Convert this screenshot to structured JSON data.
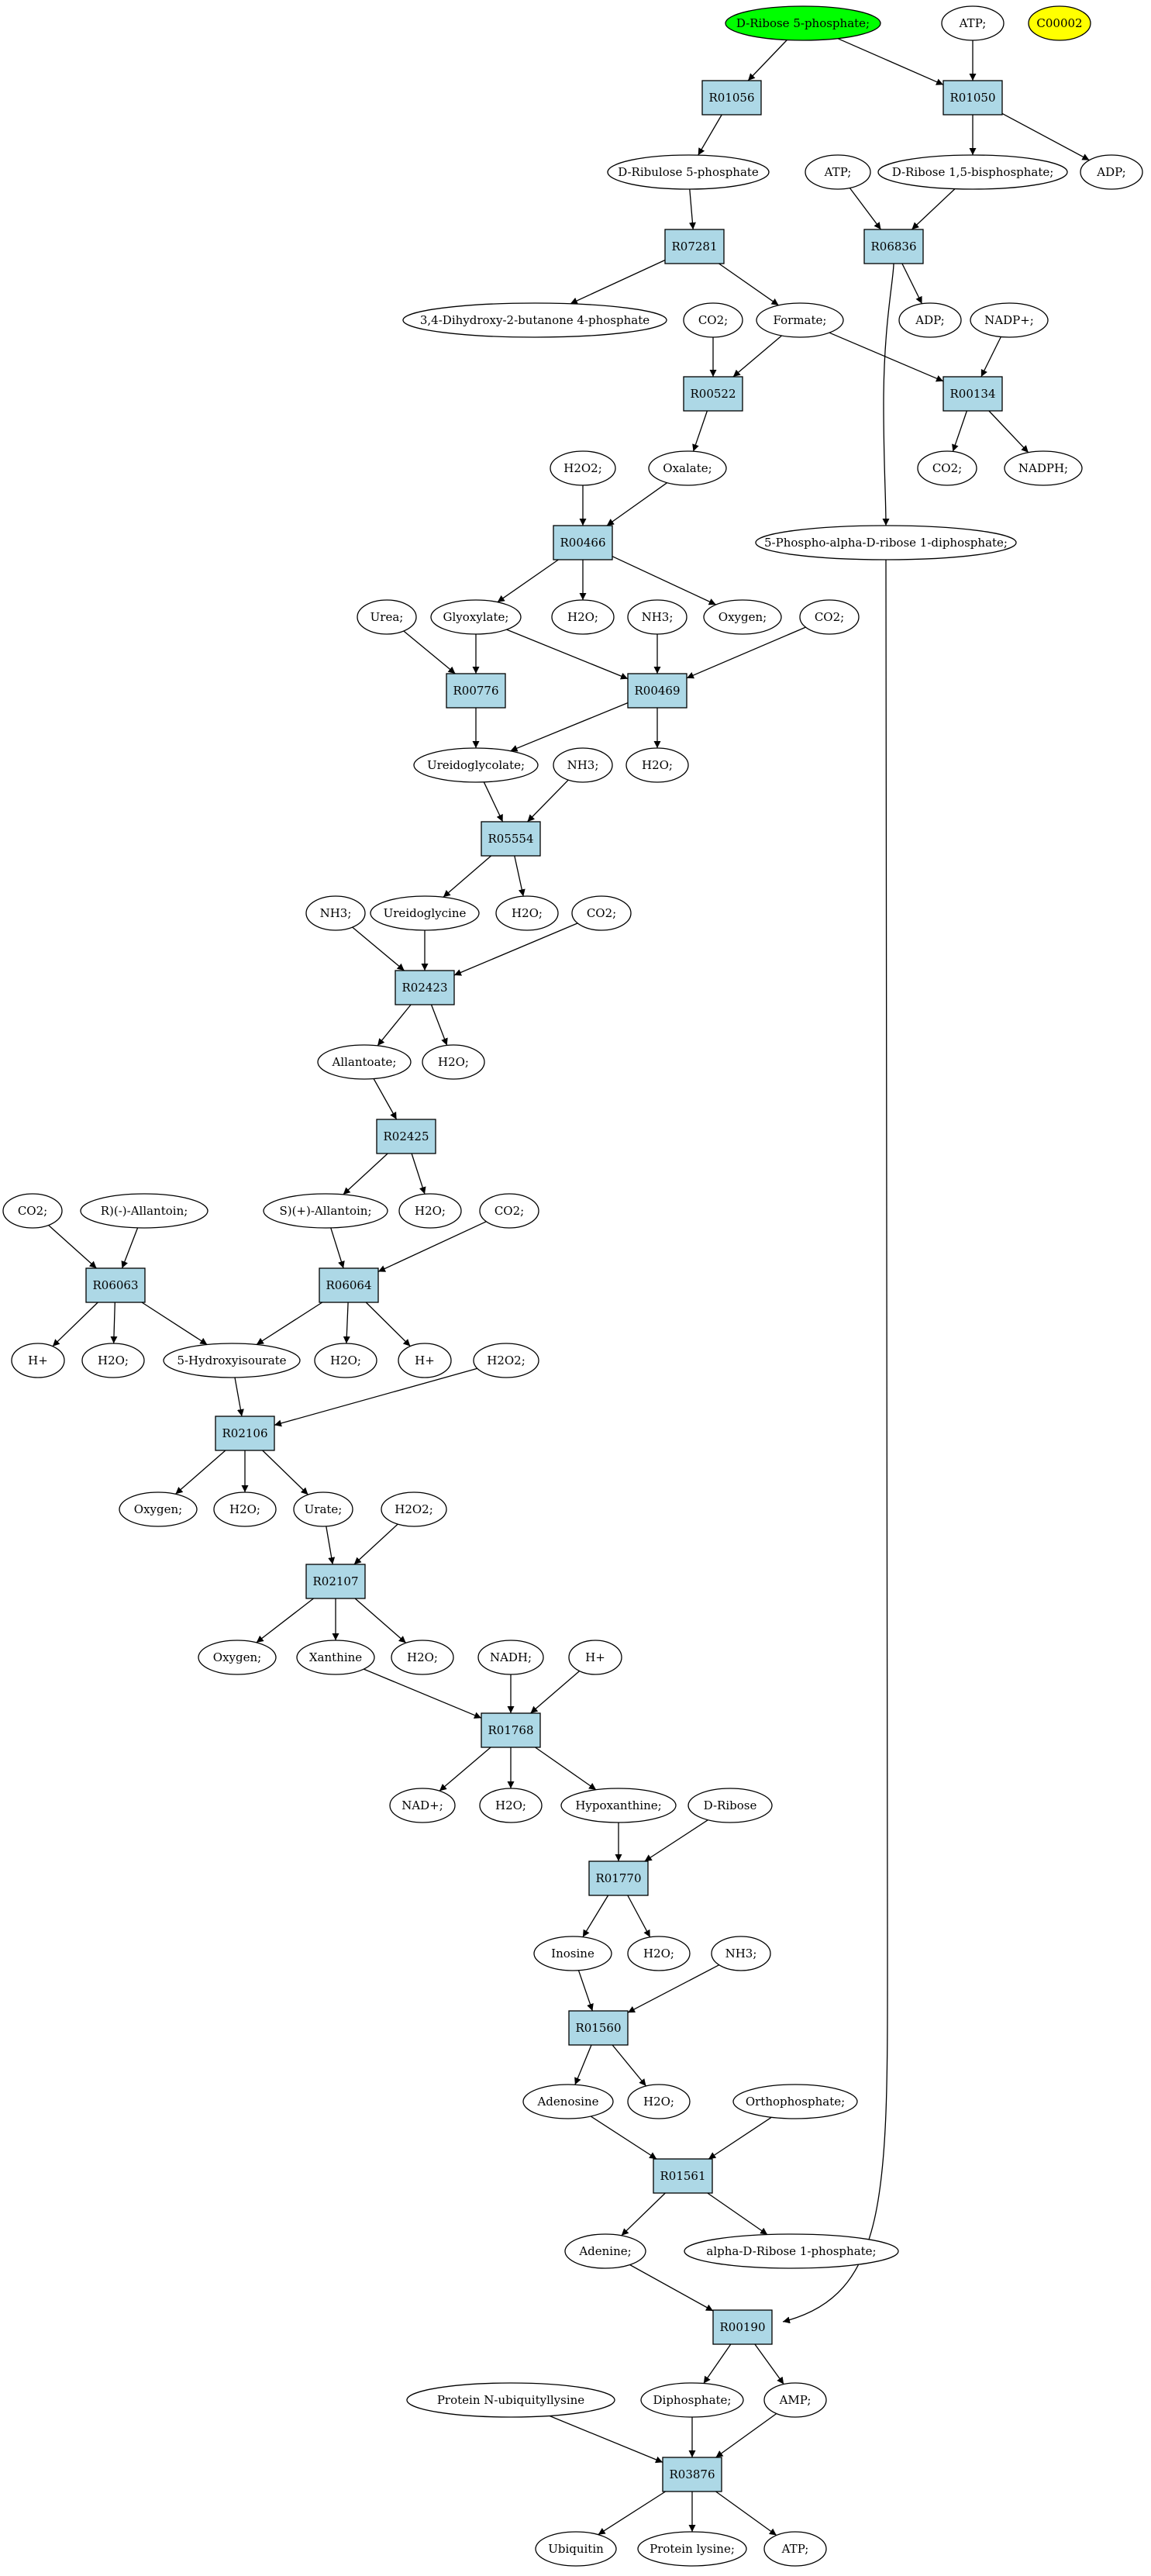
{
  "colors": {
    "reaction_fill": "#add8e6",
    "compound_fill": "#ffffff",
    "start_fill": "#00ff00",
    "special_fill": "#ffff00",
    "stroke": "#000000"
  },
  "graph": {
    "reactions": [
      {
        "id": "R01056",
        "label": "R01056"
      },
      {
        "id": "R01050",
        "label": "R01050"
      },
      {
        "id": "R07281",
        "label": "R07281"
      },
      {
        "id": "R06836",
        "label": "R06836"
      },
      {
        "id": "R00522",
        "label": "R00522"
      },
      {
        "id": "R00134",
        "label": "R00134"
      },
      {
        "id": "R00466",
        "label": "R00466"
      },
      {
        "id": "R00776",
        "label": "R00776"
      },
      {
        "id": "R00469",
        "label": "R00469"
      },
      {
        "id": "R05554",
        "label": "R05554"
      },
      {
        "id": "R02423",
        "label": "R02423"
      },
      {
        "id": "R02425",
        "label": "R02425"
      },
      {
        "id": "R06063",
        "label": "R06063"
      },
      {
        "id": "R06064",
        "label": "R06064"
      },
      {
        "id": "R02106",
        "label": "R02106"
      },
      {
        "id": "R02107",
        "label": "R02107"
      },
      {
        "id": "R01768",
        "label": "R01768"
      },
      {
        "id": "R01770",
        "label": "R01770"
      },
      {
        "id": "R01560",
        "label": "R01560"
      },
      {
        "id": "R01561",
        "label": "R01561"
      },
      {
        "id": "R00190",
        "label": "R00190"
      },
      {
        "id": "R03876",
        "label": "R03876"
      }
    ],
    "compounds": [
      {
        "id": "ribose5p",
        "label": "D-Ribose 5-phosphate;",
        "kind": "start"
      },
      {
        "id": "atp1",
        "label": "ATP;"
      },
      {
        "id": "c00002",
        "label": "C00002",
        "kind": "special"
      },
      {
        "id": "ribulose5p",
        "label": "D-Ribulose 5-phosphate"
      },
      {
        "id": "atp2",
        "label": "ATP;"
      },
      {
        "id": "ribose15bp",
        "label": "D-Ribose 1,5-bisphosphate;"
      },
      {
        "id": "adp1",
        "label": "ADP;"
      },
      {
        "id": "dhbp",
        "label": "3,4-Dihydroxy-2-butanone 4-phosphate"
      },
      {
        "id": "adp2",
        "label": "ADP;"
      },
      {
        "id": "co2_a",
        "label": "CO2;"
      },
      {
        "id": "formate",
        "label": "Formate;"
      },
      {
        "id": "nadp",
        "label": "NADP+;"
      },
      {
        "id": "co2_b",
        "label": "CO2;"
      },
      {
        "id": "nadph",
        "label": "NADPH;"
      },
      {
        "id": "h2o2_a",
        "label": "H2O2;"
      },
      {
        "id": "oxalate",
        "label": "Oxalate;"
      },
      {
        "id": "prpp",
        "label": "5-Phospho-alpha-D-ribose 1-diphosphate;"
      },
      {
        "id": "urea",
        "label": "Urea;"
      },
      {
        "id": "glyoxylate",
        "label": "Glyoxylate;"
      },
      {
        "id": "h2o_a",
        "label": "H2O;"
      },
      {
        "id": "nh3_a",
        "label": "NH3;"
      },
      {
        "id": "oxygen_a",
        "label": "Oxygen;"
      },
      {
        "id": "co2_c",
        "label": "CO2;"
      },
      {
        "id": "ureidoglycolate",
        "label": "Ureidoglycolate;"
      },
      {
        "id": "nh3_b",
        "label": "NH3;"
      },
      {
        "id": "h2o_b",
        "label": "H2O;"
      },
      {
        "id": "nh3_c",
        "label": "NH3;"
      },
      {
        "id": "ureidoglycine",
        "label": "Ureidoglycine"
      },
      {
        "id": "h2o_c",
        "label": "H2O;"
      },
      {
        "id": "co2_d",
        "label": "CO2;"
      },
      {
        "id": "allantoate",
        "label": "Allantoate;"
      },
      {
        "id": "h2o_d",
        "label": "H2O;"
      },
      {
        "id": "co2_e",
        "label": "CO2;"
      },
      {
        "id": "r_allantoin",
        "label": "R)(-)-Allantoin;"
      },
      {
        "id": "s_allantoin",
        "label": "S)(+)-Allantoin;"
      },
      {
        "id": "h2o_e",
        "label": "H2O;"
      },
      {
        "id": "co2_f",
        "label": "CO2;"
      },
      {
        "id": "hplus_a",
        "label": "H+"
      },
      {
        "id": "h2o_f",
        "label": "H2O;"
      },
      {
        "id": "hydroxyisourate",
        "label": "5-Hydroxyisourate"
      },
      {
        "id": "h2o_g",
        "label": "H2O;"
      },
      {
        "id": "hplus_b",
        "label": "H+"
      },
      {
        "id": "h2o2_b",
        "label": "H2O2;"
      },
      {
        "id": "oxygen_b",
        "label": "Oxygen;"
      },
      {
        "id": "h2o_h",
        "label": "H2O;"
      },
      {
        "id": "urate",
        "label": "Urate;"
      },
      {
        "id": "h2o2_c",
        "label": "H2O2;"
      },
      {
        "id": "oxygen_c",
        "label": "Oxygen;"
      },
      {
        "id": "xanthine",
        "label": "Xanthine"
      },
      {
        "id": "h2o_i",
        "label": "H2O;"
      },
      {
        "id": "nadh",
        "label": "NADH;"
      },
      {
        "id": "hplus_c",
        "label": "H+"
      },
      {
        "id": "nad",
        "label": "NAD+;"
      },
      {
        "id": "h2o_j",
        "label": "H2O;"
      },
      {
        "id": "hypoxanthine",
        "label": "Hypoxanthine;"
      },
      {
        "id": "dribose",
        "label": "D-Ribose"
      },
      {
        "id": "inosine",
        "label": "Inosine"
      },
      {
        "id": "h2o_k",
        "label": "H2O;"
      },
      {
        "id": "nh3_d",
        "label": "NH3;"
      },
      {
        "id": "adenosine",
        "label": "Adenosine"
      },
      {
        "id": "h2o_l",
        "label": "H2O;"
      },
      {
        "id": "orthophosphate",
        "label": "Orthophosphate;"
      },
      {
        "id": "adenine",
        "label": "Adenine;"
      },
      {
        "id": "ribose1p",
        "label": "alpha-D-Ribose 1-phosphate;"
      },
      {
        "id": "protein_ubiq",
        "label": "Protein N-ubiquityllysine"
      },
      {
        "id": "diphosphate",
        "label": "Diphosphate;"
      },
      {
        "id": "amp",
        "label": "AMP;"
      },
      {
        "id": "ubiquitin",
        "label": "Ubiquitin"
      },
      {
        "id": "protein_lysine",
        "label": "Protein lysine;"
      },
      {
        "id": "atp3",
        "label": "ATP;"
      }
    ],
    "edges": [
      [
        "ribose5p",
        "R01056"
      ],
      [
        "ribose5p",
        "R01050"
      ],
      [
        "atp1",
        "R01050"
      ],
      [
        "R01056",
        "ribulose5p"
      ],
      [
        "R01050",
        "ribose15bp"
      ],
      [
        "R01050",
        "adp1"
      ],
      [
        "ribulose5p",
        "R07281"
      ],
      [
        "atp2",
        "R06836"
      ],
      [
        "ribose15bp",
        "R06836"
      ],
      [
        "R07281",
        "dhbp"
      ],
      [
        "R07281",
        "formate"
      ],
      [
        "R06836",
        "adp2"
      ],
      [
        "R06836",
        "prpp"
      ],
      [
        "co2_a",
        "R00522"
      ],
      [
        "formate",
        "R00522"
      ],
      [
        "formate",
        "R00134"
      ],
      [
        "nadp",
        "R00134"
      ],
      [
        "R00134",
        "co2_b"
      ],
      [
        "R00134",
        "nadph"
      ],
      [
        "R00522",
        "oxalate"
      ],
      [
        "h2o2_a",
        "R00466"
      ],
      [
        "oxalate",
        "R00466"
      ],
      [
        "R00466",
        "glyoxylate"
      ],
      [
        "R00466",
        "h2o_a"
      ],
      [
        "R00466",
        "oxygen_a"
      ],
      [
        "urea",
        "R00776"
      ],
      [
        "glyoxylate",
        "R00776"
      ],
      [
        "glyoxylate",
        "R00469"
      ],
      [
        "nh3_a",
        "R00469"
      ],
      [
        "co2_c",
        "R00469"
      ],
      [
        "R00776",
        "ureidoglycolate"
      ],
      [
        "R00469",
        "ureidoglycolate"
      ],
      [
        "R00469",
        "h2o_b"
      ],
      [
        "ureidoglycolate",
        "R05554"
      ],
      [
        "nh3_b",
        "R05554"
      ],
      [
        "R05554",
        "ureidoglycine"
      ],
      [
        "R05554",
        "h2o_c"
      ],
      [
        "nh3_c",
        "R02423"
      ],
      [
        "ureidoglycine",
        "R02423"
      ],
      [
        "co2_d",
        "R02423"
      ],
      [
        "R02423",
        "allantoate"
      ],
      [
        "R02423",
        "h2o_d"
      ],
      [
        "allantoate",
        "R02425"
      ],
      [
        "R02425",
        "s_allantoin"
      ],
      [
        "R02425",
        "h2o_e"
      ],
      [
        "co2_e",
        "R06063"
      ],
      [
        "r_allantoin",
        "R06063"
      ],
      [
        "s_allantoin",
        "R06064"
      ],
      [
        "co2_f",
        "R06064"
      ],
      [
        "R06063",
        "hplus_a"
      ],
      [
        "R06063",
        "h2o_f"
      ],
      [
        "R06063",
        "hydroxyisourate"
      ],
      [
        "R06064",
        "hydroxyisourate"
      ],
      [
        "R06064",
        "h2o_g"
      ],
      [
        "R06064",
        "hplus_b"
      ],
      [
        "hydroxyisourate",
        "R02106"
      ],
      [
        "h2o2_b",
        "R02106"
      ],
      [
        "R02106",
        "oxygen_b"
      ],
      [
        "R02106",
        "h2o_h"
      ],
      [
        "R02106",
        "urate"
      ],
      [
        "urate",
        "R02107"
      ],
      [
        "h2o2_c",
        "R02107"
      ],
      [
        "R02107",
        "oxygen_c"
      ],
      [
        "R02107",
        "xanthine"
      ],
      [
        "R02107",
        "h2o_i"
      ],
      [
        "xanthine",
        "R01768"
      ],
      [
        "nadh",
        "R01768"
      ],
      [
        "hplus_c",
        "R01768"
      ],
      [
        "R01768",
        "nad"
      ],
      [
        "R01768",
        "h2o_j"
      ],
      [
        "R01768",
        "hypoxanthine"
      ],
      [
        "hypoxanthine",
        "R01770"
      ],
      [
        "dribose",
        "R01770"
      ],
      [
        "R01770",
        "inosine"
      ],
      [
        "R01770",
        "h2o_k"
      ],
      [
        "inosine",
        "R01560"
      ],
      [
        "nh3_d",
        "R01560"
      ],
      [
        "R01560",
        "adenosine"
      ],
      [
        "R01560",
        "h2o_l"
      ],
      [
        "adenosine",
        "R01561"
      ],
      [
        "orthophosphate",
        "R01561"
      ],
      [
        "R01561",
        "adenine"
      ],
      [
        "R01561",
        "ribose1p"
      ],
      [
        "adenine",
        "R00190"
      ],
      [
        "prpp",
        "R00190"
      ],
      [
        "R00190",
        "diphosphate"
      ],
      [
        "R00190",
        "amp"
      ],
      [
        "protein_ubiq",
        "R03876"
      ],
      [
        "diphosphate",
        "R03876"
      ],
      [
        "amp",
        "R03876"
      ],
      [
        "R03876",
        "ubiquitin"
      ],
      [
        "R03876",
        "protein_lysine"
      ],
      [
        "R03876",
        "atp3"
      ]
    ]
  }
}
